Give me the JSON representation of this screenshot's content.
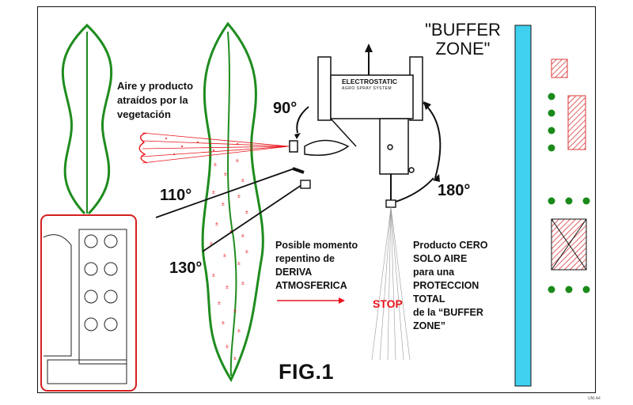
{
  "buffer_zone_title": {
    "line1": "\"BUFFER",
    "line2": "ZONE\""
  },
  "vegetation_caption": {
    "line1": "Aire y producto",
    "line2": "atraídos por la",
    "line3": "vegetación"
  },
  "angles": {
    "a90": "90°",
    "a110": "110°",
    "a130": "130°",
    "a180": "180°"
  },
  "drift_text": {
    "line1": "Posible momento",
    "line2": "repentino de",
    "line3": "DERIVA",
    "line4": "ATMOSFERICA"
  },
  "stop_label": "STOP",
  "zero_text": {
    "line1": "Producto CERO",
    "line2": "SOLO AIRE",
    "line3": "para una",
    "line4": "PROTECCION",
    "line5": "TOTAL",
    "line6": "de la “BUFFER",
    "line7": "ZONE”"
  },
  "logo": {
    "brand": "ELECTROSTATIC",
    "sub": "AGRO SPRAY SYSTEM"
  },
  "figure_label": "FIG.1",
  "corner_code": "UNI A4",
  "colors": {
    "plant": "#1e8c1e",
    "spray": "#e8141b",
    "water": "#3fd0f0",
    "hatch": "#d83a3a",
    "dots": "#1a8a1a"
  }
}
